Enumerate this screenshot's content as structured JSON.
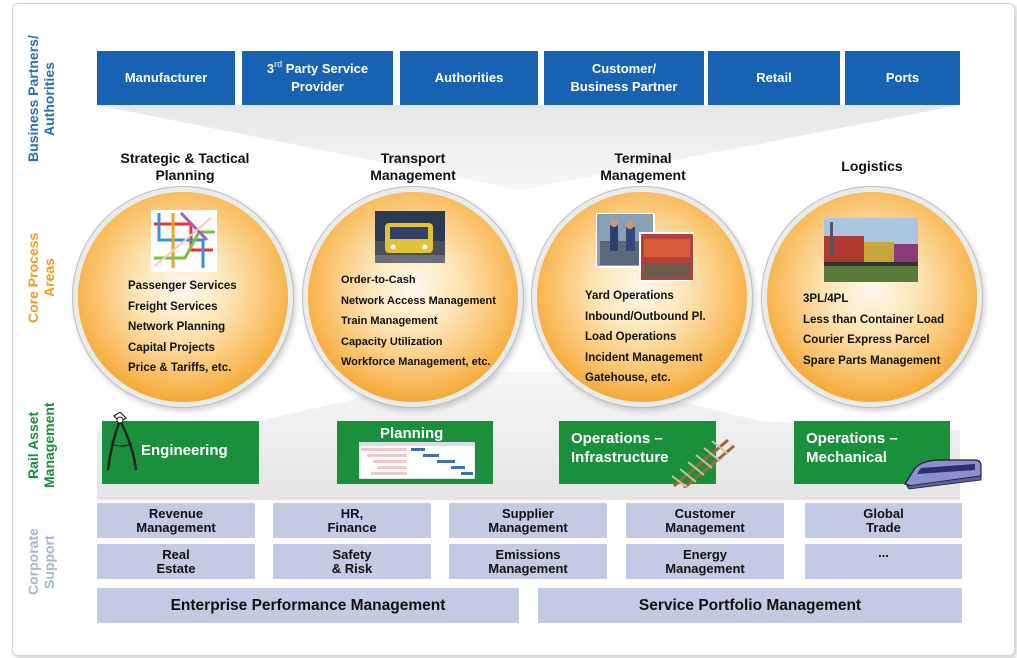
{
  "side_labels": {
    "business": [
      "Business Partners/",
      "Authorities"
    ],
    "core": [
      "Core Process",
      "Areas"
    ],
    "rail": [
      "Rail Asset",
      "Management"
    ],
    "corporate": [
      "Corporate",
      "Support"
    ]
  },
  "partners": [
    {
      "line1": "Manufacturer",
      "line2": ""
    },
    {
      "sup": "rd",
      "line1_pre": "3",
      "line1": "Party Service",
      "line2": "Provider"
    },
    {
      "line1": "Authorities",
      "line2": ""
    },
    {
      "line1": "Customer/",
      "line2": "Business Partner"
    },
    {
      "line1": "Retail",
      "line2": ""
    },
    {
      "line1": "Ports",
      "line2": ""
    }
  ],
  "core_areas": [
    {
      "title": [
        "Strategic & Tactical",
        "Planning"
      ],
      "items": [
        "Passenger Services",
        "Freight Services",
        "Network Planning",
        "Capital Projects",
        "Price & Tariffs, etc."
      ]
    },
    {
      "title": [
        "Transport",
        "Management"
      ],
      "items": [
        "Order-to-Cash",
        "Network Access Management",
        "Train Management",
        "Capacity Utilization",
        "Workforce Management, etc."
      ]
    },
    {
      "title": [
        "Terminal",
        "Management"
      ],
      "items": [
        "Yard Operations",
        "Inbound/Outbound Pl.",
        "Load Operations",
        "Incident Management",
        "Gatehouse, etc."
      ]
    },
    {
      "title": [
        "Logistics"
      ],
      "items": [
        "3PL/4PL",
        "Less than Container Load",
        "Courier Express Parcel",
        "Spare Parts Management"
      ]
    }
  ],
  "rail_asset": [
    {
      "lines": [
        "Engineering"
      ]
    },
    {
      "lines": [
        "Planning"
      ]
    },
    {
      "lines": [
        "Operations –",
        "Infrastructure"
      ]
    },
    {
      "lines": [
        "Operations –",
        "Mechanical"
      ]
    }
  ],
  "corporate_rows": [
    [
      [
        "Revenue",
        "Management"
      ],
      [
        "HR,",
        "Finance"
      ],
      [
        "Supplier",
        "Management"
      ],
      [
        "Customer",
        "Management"
      ],
      [
        "Global",
        "Trade"
      ]
    ],
    [
      [
        "Real",
        "Estate"
      ],
      [
        "Safety",
        "& Risk"
      ],
      [
        "Emissions",
        "Management"
      ],
      [
        "Energy",
        "Management"
      ],
      [
        "..."
      ]
    ]
  ],
  "corporate_wide": [
    "Enterprise Performance Management",
    "Service Portfolio Management"
  ],
  "colors": {
    "partner_blue": "#1862b4",
    "business_label": "#2a6db8",
    "core_label": "#f39a21",
    "rail_label": "#1a8f3c",
    "corporate_label": "#a9b4d6",
    "corporate_box": "#c5cae4",
    "rail_box": "#1a8f3c"
  },
  "icons": [
    "subway-map-icon",
    "train-photo-icon",
    "terminal-workers-photo-icon",
    "container-train-photo-icon",
    "caliper-icon",
    "gantt-chart-icon",
    "rail-tracks-icon",
    "train-car-icon"
  ]
}
